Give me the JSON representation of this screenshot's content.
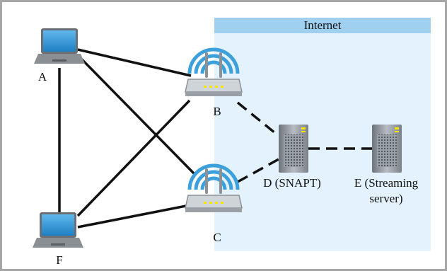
{
  "region": {
    "label": "Internet"
  },
  "nodes": {
    "A": {
      "label": "A",
      "kind": "laptop-icon"
    },
    "B": {
      "label": "B",
      "kind": "wifi-router-icon"
    },
    "C": {
      "label": "C",
      "kind": "wifi-router-icon"
    },
    "D": {
      "label": "D (SNAPT)",
      "kind": "server-icon"
    },
    "E": {
      "label_line1": "E (Streaming",
      "label_line2": "server)",
      "kind": "server-icon"
    },
    "F": {
      "label": "F",
      "kind": "laptop-icon"
    }
  },
  "links": [
    {
      "from": "A",
      "to": "B",
      "style": "solid"
    },
    {
      "from": "A",
      "to": "C",
      "style": "solid"
    },
    {
      "from": "A",
      "to": "F",
      "style": "solid"
    },
    {
      "from": "F",
      "to": "B",
      "style": "solid"
    },
    {
      "from": "F",
      "to": "C",
      "style": "solid"
    },
    {
      "from": "B",
      "to": "D",
      "style": "dashed"
    },
    {
      "from": "C",
      "to": "D",
      "style": "dashed"
    },
    {
      "from": "D",
      "to": "E",
      "style": "dashed"
    }
  ],
  "colors": {
    "frame": "#a6a6a6",
    "internet_fill": "#e3f2fd",
    "internet_header": "#9fd0f0",
    "wifi_waves": "#3ca0dc",
    "router_body": "#cfd4d9",
    "router_led": "#f5e600",
    "laptop_screen": "#2b93d6",
    "server_body": "#8f959c"
  }
}
